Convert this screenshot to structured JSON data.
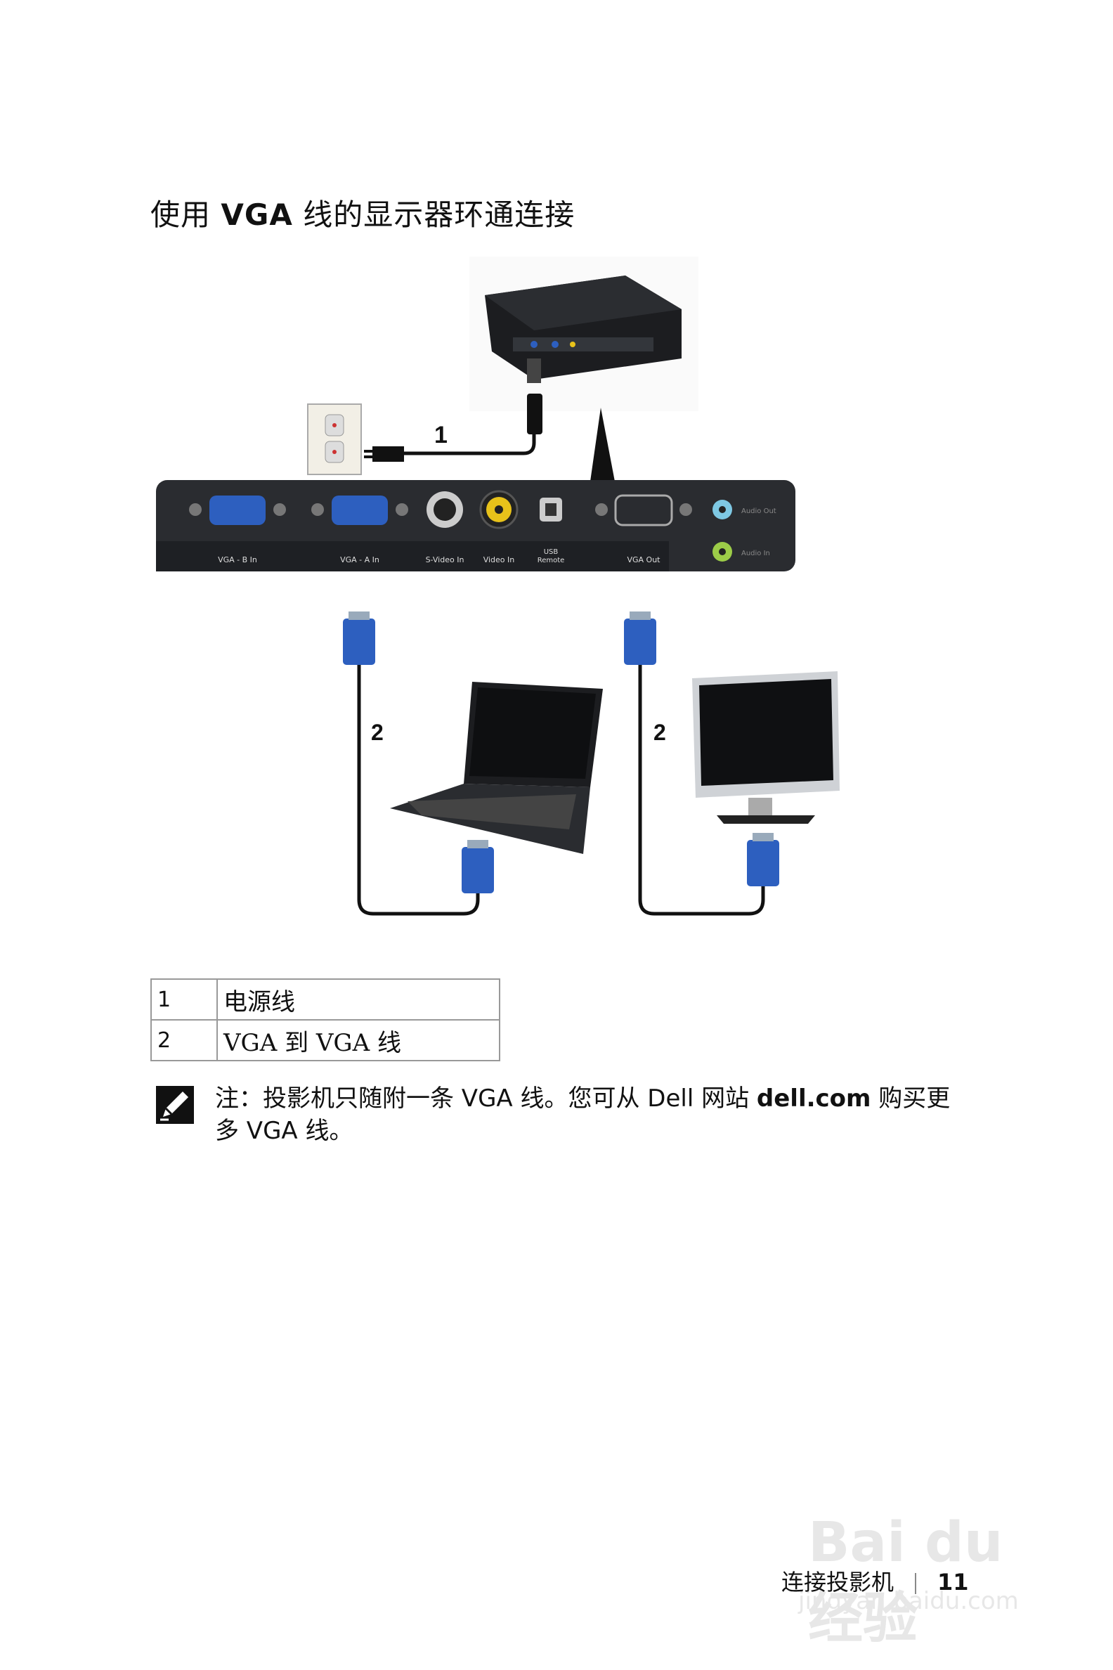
{
  "heading": {
    "prefix": "使用",
    "bold": "VGA",
    "suffix": "线的显示器环通连接"
  },
  "diagram": {
    "callout_power": "1",
    "callout_vga_left": "2",
    "callout_vga_right": "2",
    "ports": [
      "VGA - B In",
      "VGA - A In",
      "S-Video In",
      "Video In",
      "USB",
      "Remote",
      "VGA Out",
      "Audio Out",
      "Audio In"
    ],
    "colors": {
      "panel": "#2a2c30",
      "vga_blue": "#2d5fbf",
      "video_yellow": "#e8c21a",
      "audio_out": "#7ec8e3",
      "audio_in": "#9ccc48",
      "cable": "#111111"
    }
  },
  "legend": [
    {
      "num": "1",
      "text": "电源线"
    },
    {
      "num": "2",
      "text": "VGA 到 VGA 线"
    }
  ],
  "note": {
    "label": "注：",
    "text1": "投影机只随附一条 VGA 线。您可从 Dell 网站 ",
    "link": "dell.com",
    "text2": " 购买更多 VGA 线。"
  },
  "note_icon": "pencil-note-icon",
  "footer": {
    "section": "连接投影机",
    "page": "11"
  },
  "watermark": {
    "line1": "Bai du 经验",
    "line2": "jingyan.baidu.com"
  }
}
